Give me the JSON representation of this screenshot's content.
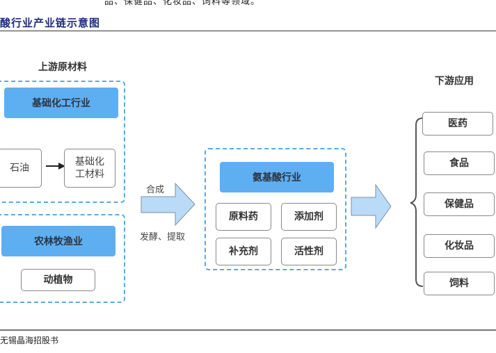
{
  "header": {
    "cut_text": "品、保健品、化妆品、饲料等领域。",
    "title": "酸行业产业链示意图"
  },
  "upstream": {
    "heading": "上游原材料",
    "chem_group": {
      "label": "基础化工行业",
      "source": "石油",
      "product": [
        "基础化",
        "工材料"
      ]
    },
    "agri_group": {
      "label": "农林牧渔业",
      "product": "动植物"
    }
  },
  "process": {
    "top_label": "合成",
    "bottom_label": "发酵、提取"
  },
  "midstream": {
    "label": "氨基酸行业",
    "products": [
      "原料药",
      "添加剂",
      "补充剂",
      "活性剂"
    ]
  },
  "downstream": {
    "heading": "下游应用",
    "items": [
      "医药",
      "食品",
      "保健品",
      "化妆品",
      "饲料"
    ]
  },
  "footer": {
    "source": "无锡晶海招股书"
  },
  "colors": {
    "accent_blue": "#5eaef2",
    "dashed_border": "#5aa8e6",
    "arrow_fill": "#b9dbf7",
    "title_color": "#1f2d7a"
  }
}
